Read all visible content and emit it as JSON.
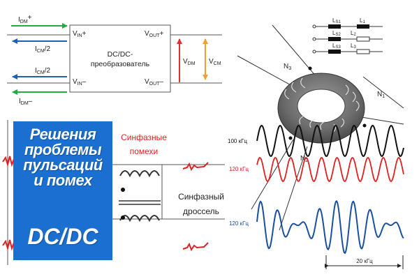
{
  "converter": {
    "box_title_1": "DC/DC-",
    "box_title_2": "преобразователь",
    "vin_plus": "V",
    "vin_plus_sub": "IN",
    "vin_plus_sign": "+",
    "vin_minus": "V",
    "vin_minus_sub": "IN",
    "vin_minus_sign": "–",
    "vout_plus": "V",
    "vout_plus_sub": "OUT",
    "vout_plus_sign": "+",
    "vout_minus": "V",
    "vout_minus_sub": "OUT",
    "vout_minus_sign": "–",
    "idm_plus": "I",
    "idm_plus_sub": "DM",
    "idm_plus_sign": "+",
    "icm_top": "I",
    "icm_top_sub": "CM",
    "icm_top_tail": "/2",
    "icm_bottom": "I",
    "icm_bottom_sub": "CM",
    "icm_bottom_tail": "/2",
    "idm_minus": "I",
    "idm_minus_sub": "DM",
    "idm_minus_sign": "–",
    "vdm": "V",
    "vdm_sub": "DM",
    "vcm": "V",
    "vcm_sub": "CM"
  },
  "choke": {
    "noise_label_1": "Синфазные",
    "noise_label_2": "помехи",
    "choke_label_1": "Синфазный",
    "choke_label_2": "дроссель"
  },
  "toroid": {
    "n1": "N",
    "n1_sub": "1",
    "n2": "N",
    "n2_sub": "2",
    "n3": "N",
    "n3_sub": "3"
  },
  "legend": {
    "rows": [
      {
        "ls": "L",
        "ls_sub": "S1",
        "l": "L",
        "l_sub": "1"
      },
      {
        "ls": "L",
        "ls_sub": "S2",
        "l": "L",
        "l_sub": "2"
      },
      {
        "ls": "L",
        "ls_sub": "S3",
        "l": "L",
        "l_sub": "3"
      }
    ]
  },
  "waves": {
    "label_100": "100 кГц",
    "label_120": "120 кГц",
    "label_sum": "120 кГц",
    "span_label": "20 кГц",
    "colors": {
      "black": "#111111",
      "red": "#e02020",
      "blue": "#1a4fa0"
    }
  },
  "banner": {
    "line1": "Решения",
    "line2": "проблемы",
    "line3": "пульсаций",
    "line4": "и помех",
    "line5": "DC/DC",
    "color": "#1a6fd0"
  },
  "colors": {
    "green": "#22aa44",
    "blue": "#1f5fb5",
    "red": "#e03030",
    "orange": "#f0a030",
    "noise_red": "#e02020"
  }
}
